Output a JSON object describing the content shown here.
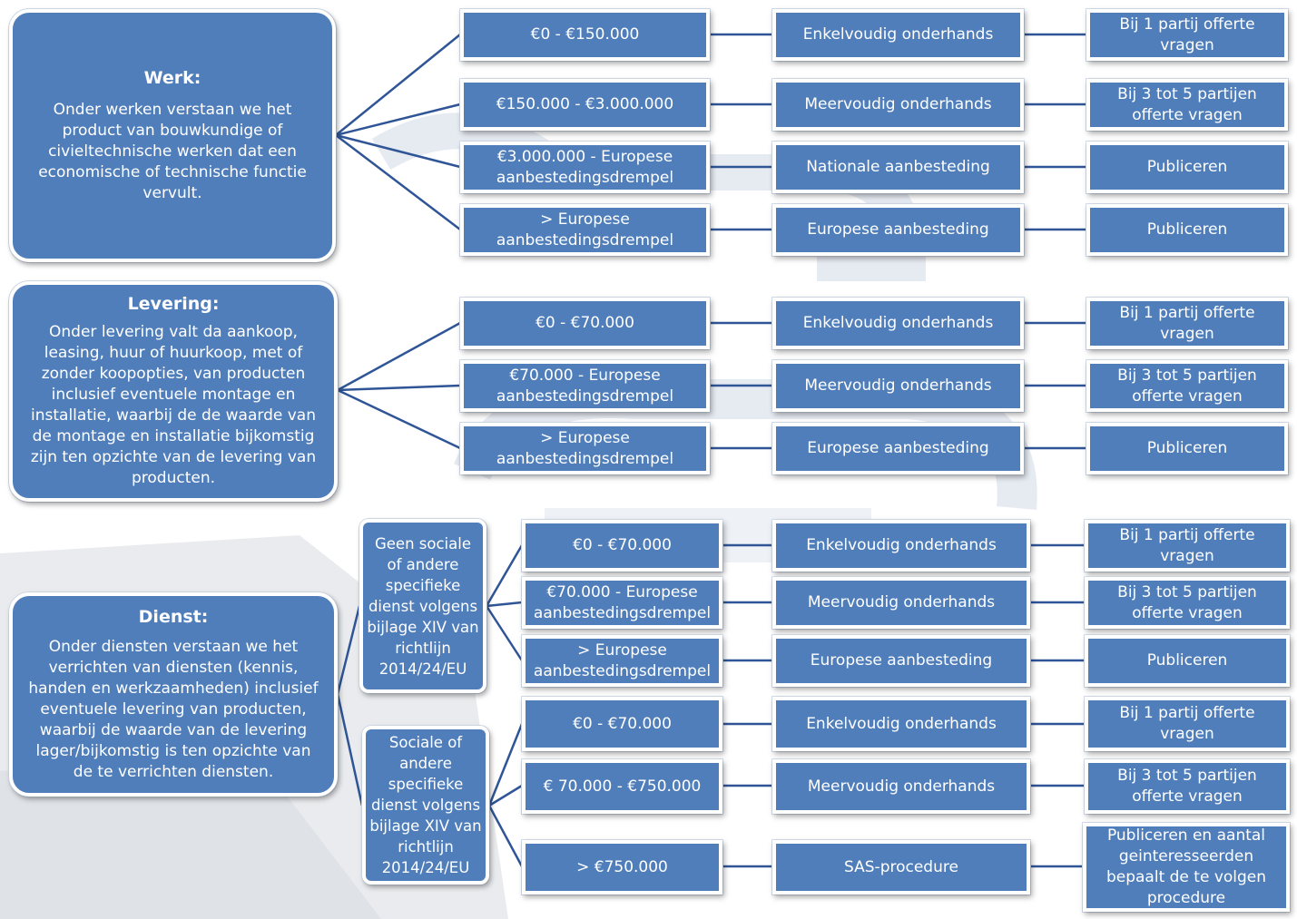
{
  "work": {
    "title": "Werk:",
    "description": "Onder werken verstaan we  het product van bouwkundige of civieltechnische werken dat een economische of technische functie vervult.",
    "rows": [
      {
        "range": "€0 - €150.000",
        "procedure": "Enkelvoudig onderhands",
        "action": "Bij 1 partij offerte vragen"
      },
      {
        "range": "€150.000 - €3.000.000",
        "procedure": "Meervoudig onderhands",
        "action": "Bij 3 tot 5 partijen offerte vragen"
      },
      {
        "range": "€3.000.000 -  Europese aanbestedingsdrempel",
        "procedure": "Nationale aanbesteding",
        "action": "Publiceren"
      },
      {
        "range": "> Europese aanbestedingsdrempel",
        "procedure": "Europese aanbesteding",
        "action": "Publiceren"
      }
    ]
  },
  "supply": {
    "title": "Levering:",
    "description": "Onder levering valt da aankoop, leasing, huur of huurkoop, met of zonder koopopties, van producten inclusief eventuele montage en installatie, waarbij de de waarde van de montage en installatie bijkomstig zijn ten opzichte van de levering van producten.",
    "rows": [
      {
        "range": "€0 - €70.000",
        "procedure": "Enkelvoudig onderhands",
        "action": "Bij 1 partij offerte vragen"
      },
      {
        "range": "€70.000 - Europese aanbestedingsdrempel",
        "procedure": "Meervoudig onderhands",
        "action": "Bij 3 tot 5 partijen offerte vragen"
      },
      {
        "range": "> Europese aanbestedingsdrempel",
        "procedure": "Europese aanbesteding",
        "action": "Publiceren"
      }
    ]
  },
  "service": {
    "title": "Dienst:",
    "description": "Onder diensten verstaan we het verrichten van diensten (kennis, handen en werkzaamheden) inclusief eventuele levering van producten, waarbij de waarde van de levering lager/bijkomstig is ten opzichte van de te verrichten diensten.",
    "categories": [
      {
        "label": "Geen sociale of andere specifieke dienst volgens bijlage XIV van richtlijn 2014/24/EU",
        "rows": [
          {
            "range": "€0 - €70.000",
            "procedure": "Enkelvoudig onderhands",
            "action": "Bij 1 partij offerte vragen"
          },
          {
            "range": "€70.000 - Europese aanbestedingsdrempel",
            "procedure": "Meervoudig onderhands",
            "action": "Bij 3 tot 5 partijen offerte vragen"
          },
          {
            "range": "> Europese aanbestedingsdrempel",
            "procedure": "Europese aanbesteding",
            "action": "Publiceren"
          }
        ]
      },
      {
        "label": "Sociale of andere specifieke dienst volgens bijlage  XIV van richtlijn 2014/24/EU",
        "rows": [
          {
            "range": "€0 - €70.000",
            "procedure": "Enkelvoudig onderhands",
            "action": "Bij 1 partij offerte vragen"
          },
          {
            "range": "€ 70.000 - €750.000",
            "procedure": "Meervoudig onderhands",
            "action": "Bij 3 tot 5 partijen offerte vragen"
          },
          {
            "range": "> €750.000",
            "procedure": "SAS-procedure",
            "action": "Publiceren en aantal geinteresseerden bepaalt de te volgen procedure"
          }
        ]
      }
    ]
  }
}
